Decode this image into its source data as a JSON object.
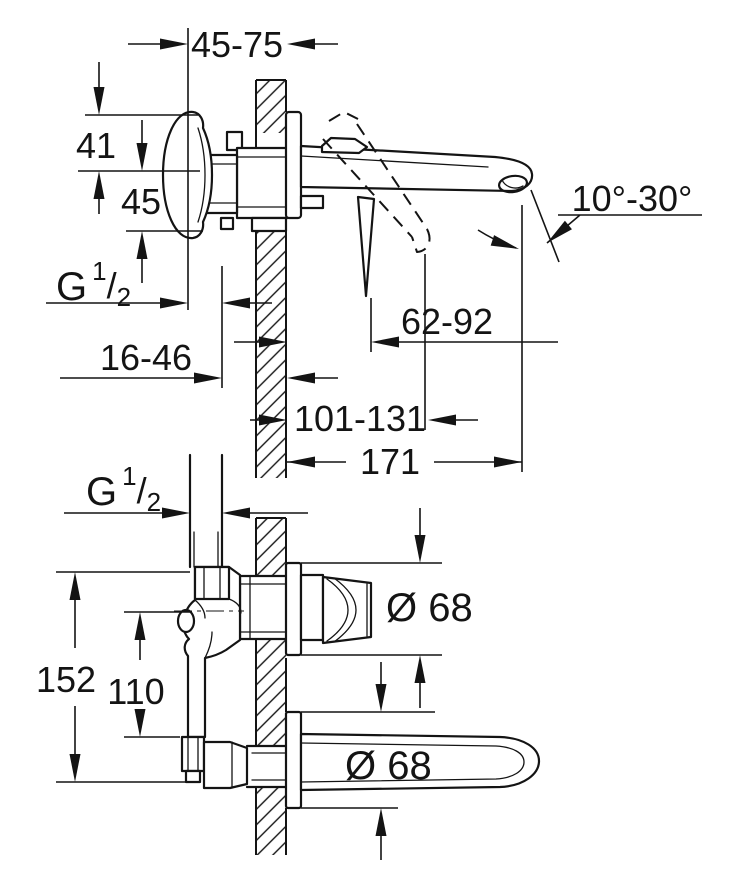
{
  "side_view": {
    "dims": {
      "depth_range": "45-75",
      "offset_top": "41",
      "offset_bottom": "45",
      "thread": {
        "g": "G",
        "num": "1",
        "slash": "/",
        "den": "2"
      },
      "range_16_46": "16-46",
      "range_62_92": "62-92",
      "range_101_131": "101-131",
      "spout_length": "171",
      "spout_angle": "10°-30°"
    }
  },
  "plan_view": {
    "dims": {
      "thread": {
        "g": "G",
        "num": "1",
        "slash": "/",
        "den": "2"
      },
      "handle_escutcheon_dia": "Ø 68",
      "spout_escutcheon_dia": "Ø 68",
      "height_total": "152",
      "height_centers": "110"
    }
  },
  "colors": {
    "line": "#141414",
    "background": "#ffffff"
  }
}
